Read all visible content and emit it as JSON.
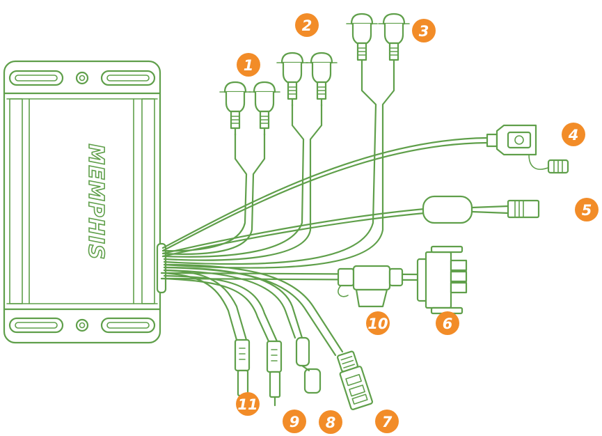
{
  "brand": "MEMPHIS",
  "colors": {
    "line": "#5f9f4a",
    "badge": "#f28c28",
    "badge_text": "#ffffff",
    "background": "#ffffff"
  },
  "callouts": [
    "1",
    "2",
    "3",
    "4",
    "5",
    "6",
    "7",
    "8",
    "9",
    "10",
    "11"
  ]
}
